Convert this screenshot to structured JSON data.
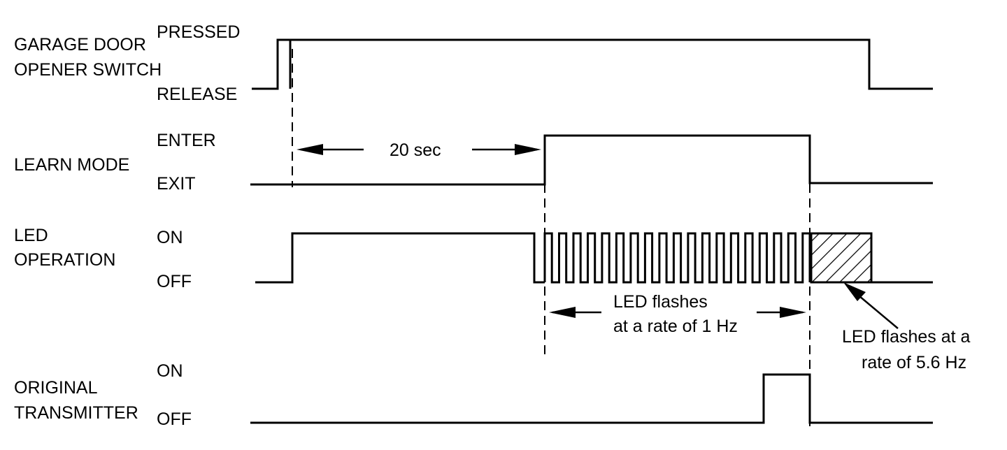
{
  "signals": {
    "garage": {
      "name_line1": "GARAGE DOOR",
      "name_line2": "OPENER SWITCH",
      "high": "PRESSED",
      "low": "RELEASE"
    },
    "learn": {
      "name": "LEARN MODE",
      "high": "ENTER",
      "low": "EXIT"
    },
    "led": {
      "name_line1": "LED",
      "name_line2": "OPERATION",
      "high": "ON",
      "low": "OFF"
    },
    "transmitter": {
      "name_line1": "ORIGINAL",
      "name_line2": "TRANSMITTER",
      "high": "ON",
      "low": "OFF"
    }
  },
  "annotations": {
    "delay": "20 sec",
    "slow_flash_line1": "LED flashes",
    "slow_flash_line2": "at a rate of 1 Hz",
    "fast_flash_line1": "LED flashes at a",
    "fast_flash_line2": "rate of 5.6 Hz"
  },
  "style": {
    "ink": "#000000",
    "background": "#ffffff"
  }
}
